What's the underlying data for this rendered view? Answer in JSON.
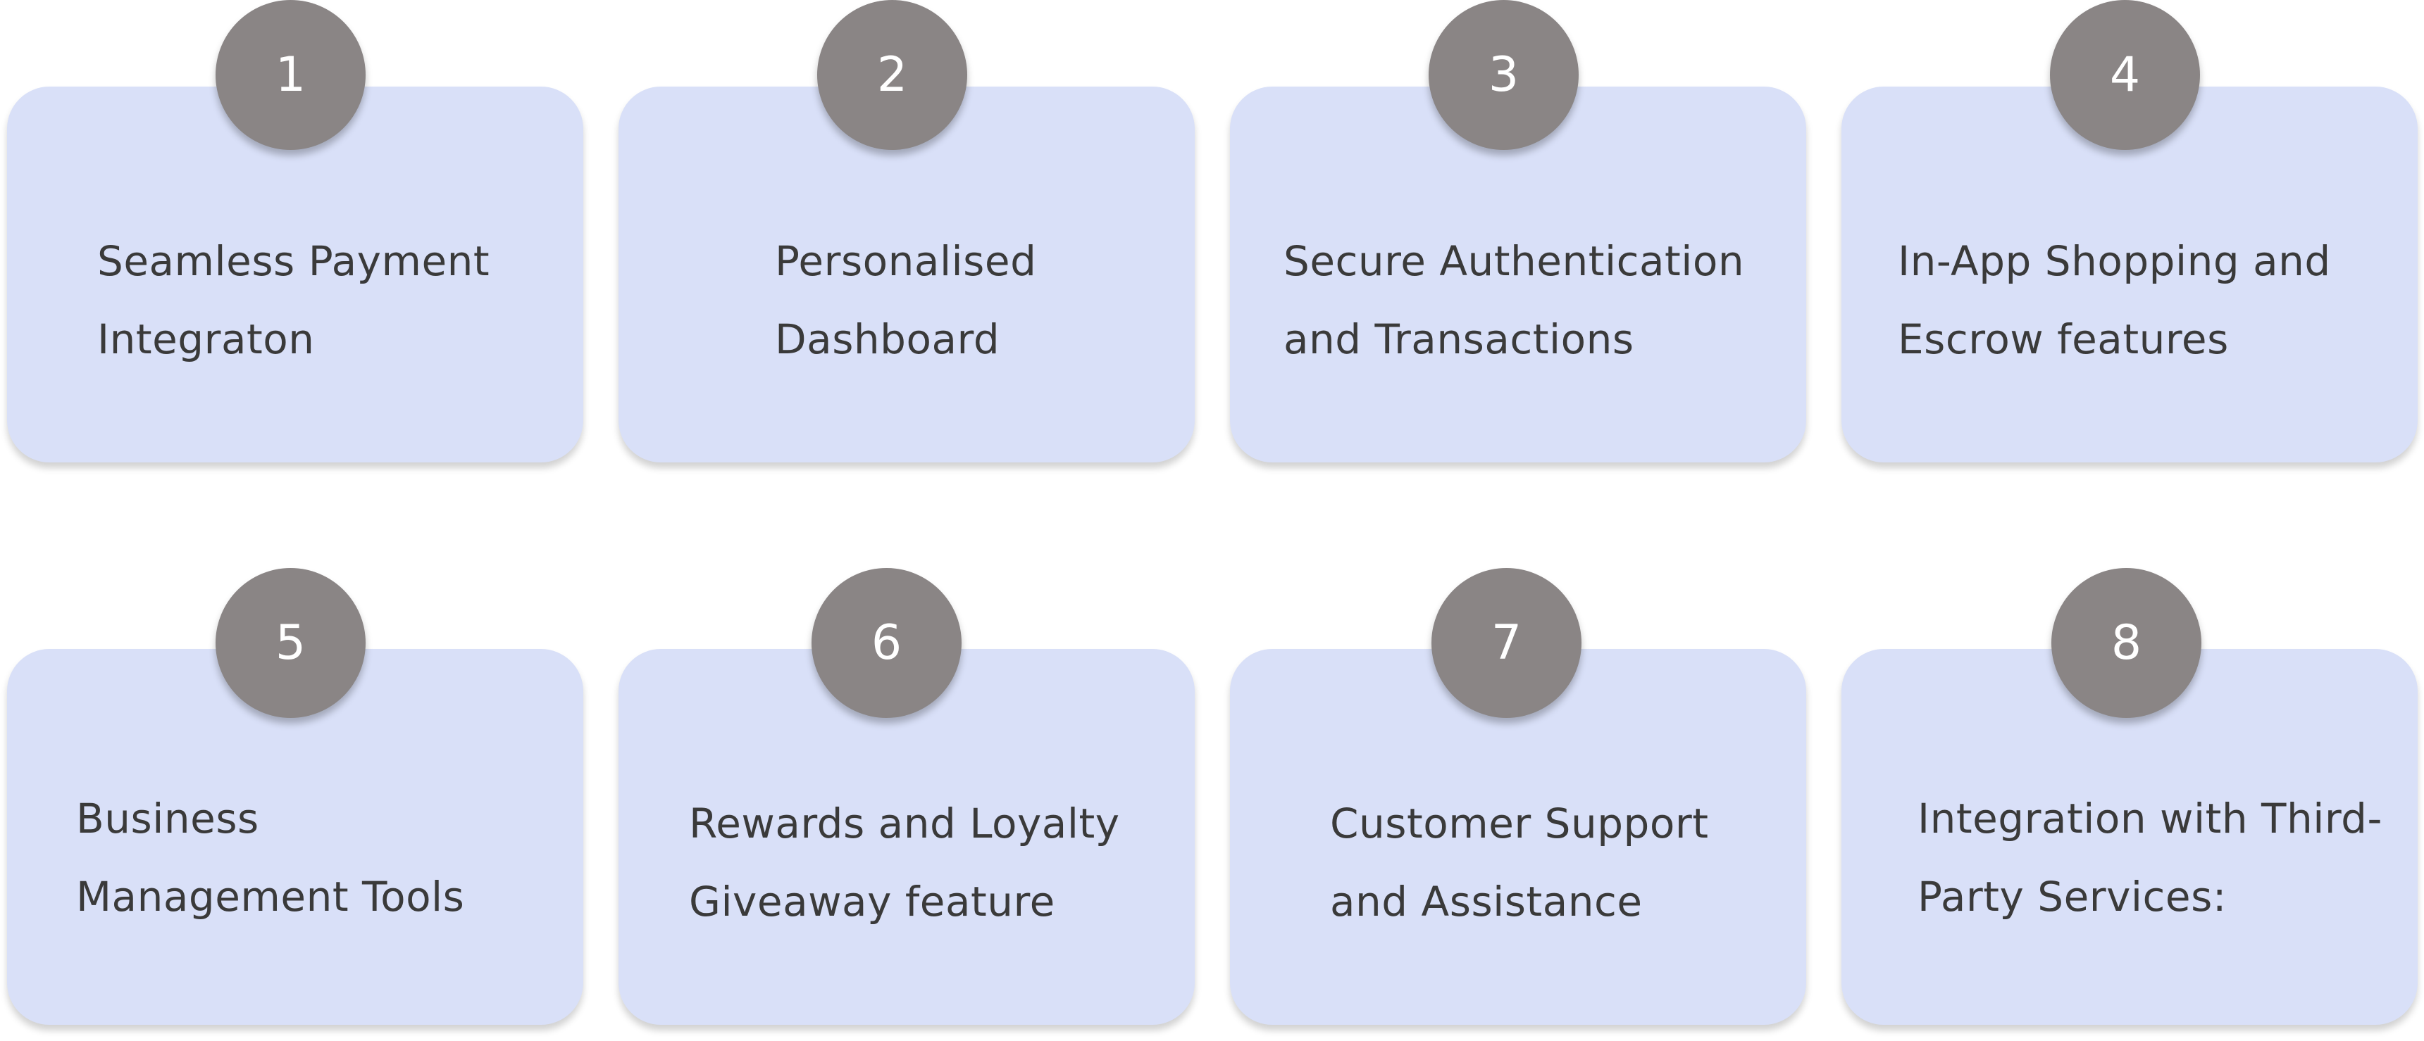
{
  "features": [
    {
      "number": "1",
      "line1": "Seamless Payment",
      "line2": "Integraton"
    },
    {
      "number": "2",
      "line1": "Personalised",
      "line2": "Dashboard"
    },
    {
      "number": "3",
      "line1": "Secure Authentication",
      "line2": "and Transactions"
    },
    {
      "number": "4",
      "line1": "In-App Shopping and",
      "line2": "Escrow features"
    },
    {
      "number": "5",
      "line1": "Business",
      "line2": "Management Tools"
    },
    {
      "number": "6",
      "line1": "Rewards and Loyalty",
      "line2": "Giveaway feature"
    },
    {
      "number": "7",
      "line1": "Customer Support",
      "line2": "and Assistance"
    },
    {
      "number": "8",
      "line1": "Integration with Third-",
      "line2": "Party Services:"
    }
  ],
  "colors": {
    "card_background": "#d9e0f8",
    "badge_background": "#8a8585",
    "badge_text": "#ffffff",
    "label_text": "#3a3a3a"
  }
}
